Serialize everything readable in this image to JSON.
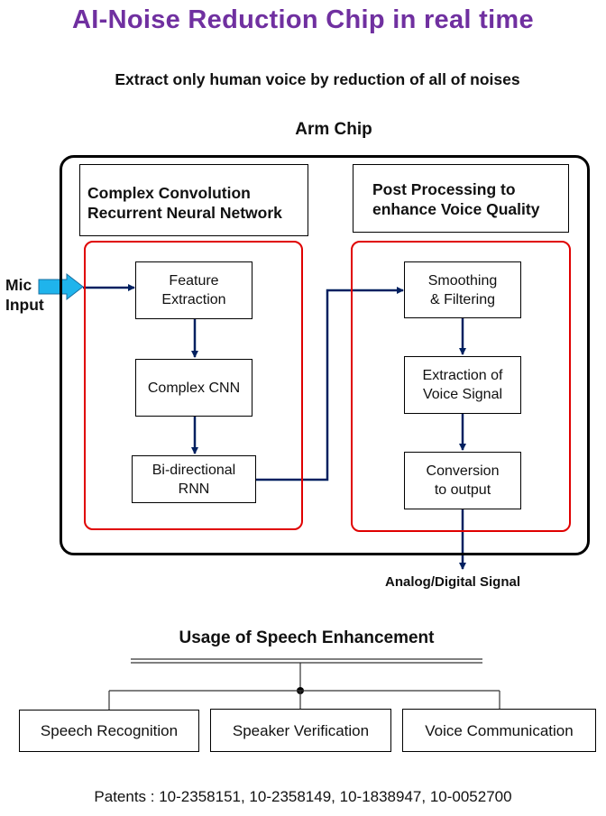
{
  "title": "AI-Noise Reduction Chip in real time",
  "subtitle": "Extract only human voice by reduction of all of noises",
  "arm_chip": {
    "label": "Arm Chip",
    "left_header": [
      "Complex Convolution",
      "Recurrent Neural Network"
    ],
    "right_header": [
      "Post Processing to",
      "enhance Voice Quality"
    ],
    "left_blocks": [
      [
        "Feature",
        "Extraction"
      ],
      [
        "Complex CNN"
      ],
      [
        "Bi-directional",
        "RNN"
      ]
    ],
    "right_blocks": [
      [
        "Smoothing",
        "& Filtering"
      ],
      [
        "Extraction of",
        "Voice Signal"
      ],
      [
        "Conversion",
        "to output"
      ]
    ]
  },
  "mic_input": [
    "Mic",
    "Input"
  ],
  "output_label": "Analog/Digital Signal",
  "usage": {
    "title": "Usage of Speech Enhancement",
    "items": [
      "Speech Recognition",
      "Speaker Verification",
      "Voice Communication"
    ]
  },
  "patents": "Patents : 10-2358151, 10-2358149, 10-1838947, 10-0052700",
  "colors": {
    "title": "#7030a0",
    "frame": "#e00000",
    "arrow": "#002060",
    "mic_arrow": "#1fb4ec"
  }
}
